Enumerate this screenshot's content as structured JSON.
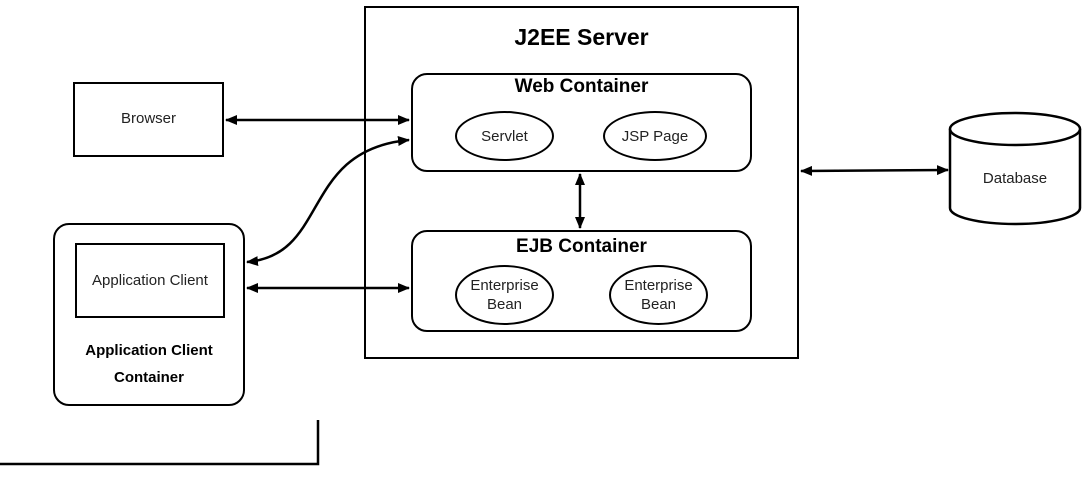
{
  "server": {
    "title": "J2EE Server"
  },
  "web_container": {
    "title": "Web Container",
    "components": [
      "Servlet",
      "JSP Page"
    ]
  },
  "ejb_container": {
    "title": "EJB Container",
    "components": [
      "Enterprise\nBean",
      "Enterprise\nBean"
    ]
  },
  "browser": {
    "label": "Browser"
  },
  "app_client_container": {
    "client_label": "Application Client",
    "title": "Application Client\nContainer"
  },
  "database": {
    "label": "Database"
  }
}
